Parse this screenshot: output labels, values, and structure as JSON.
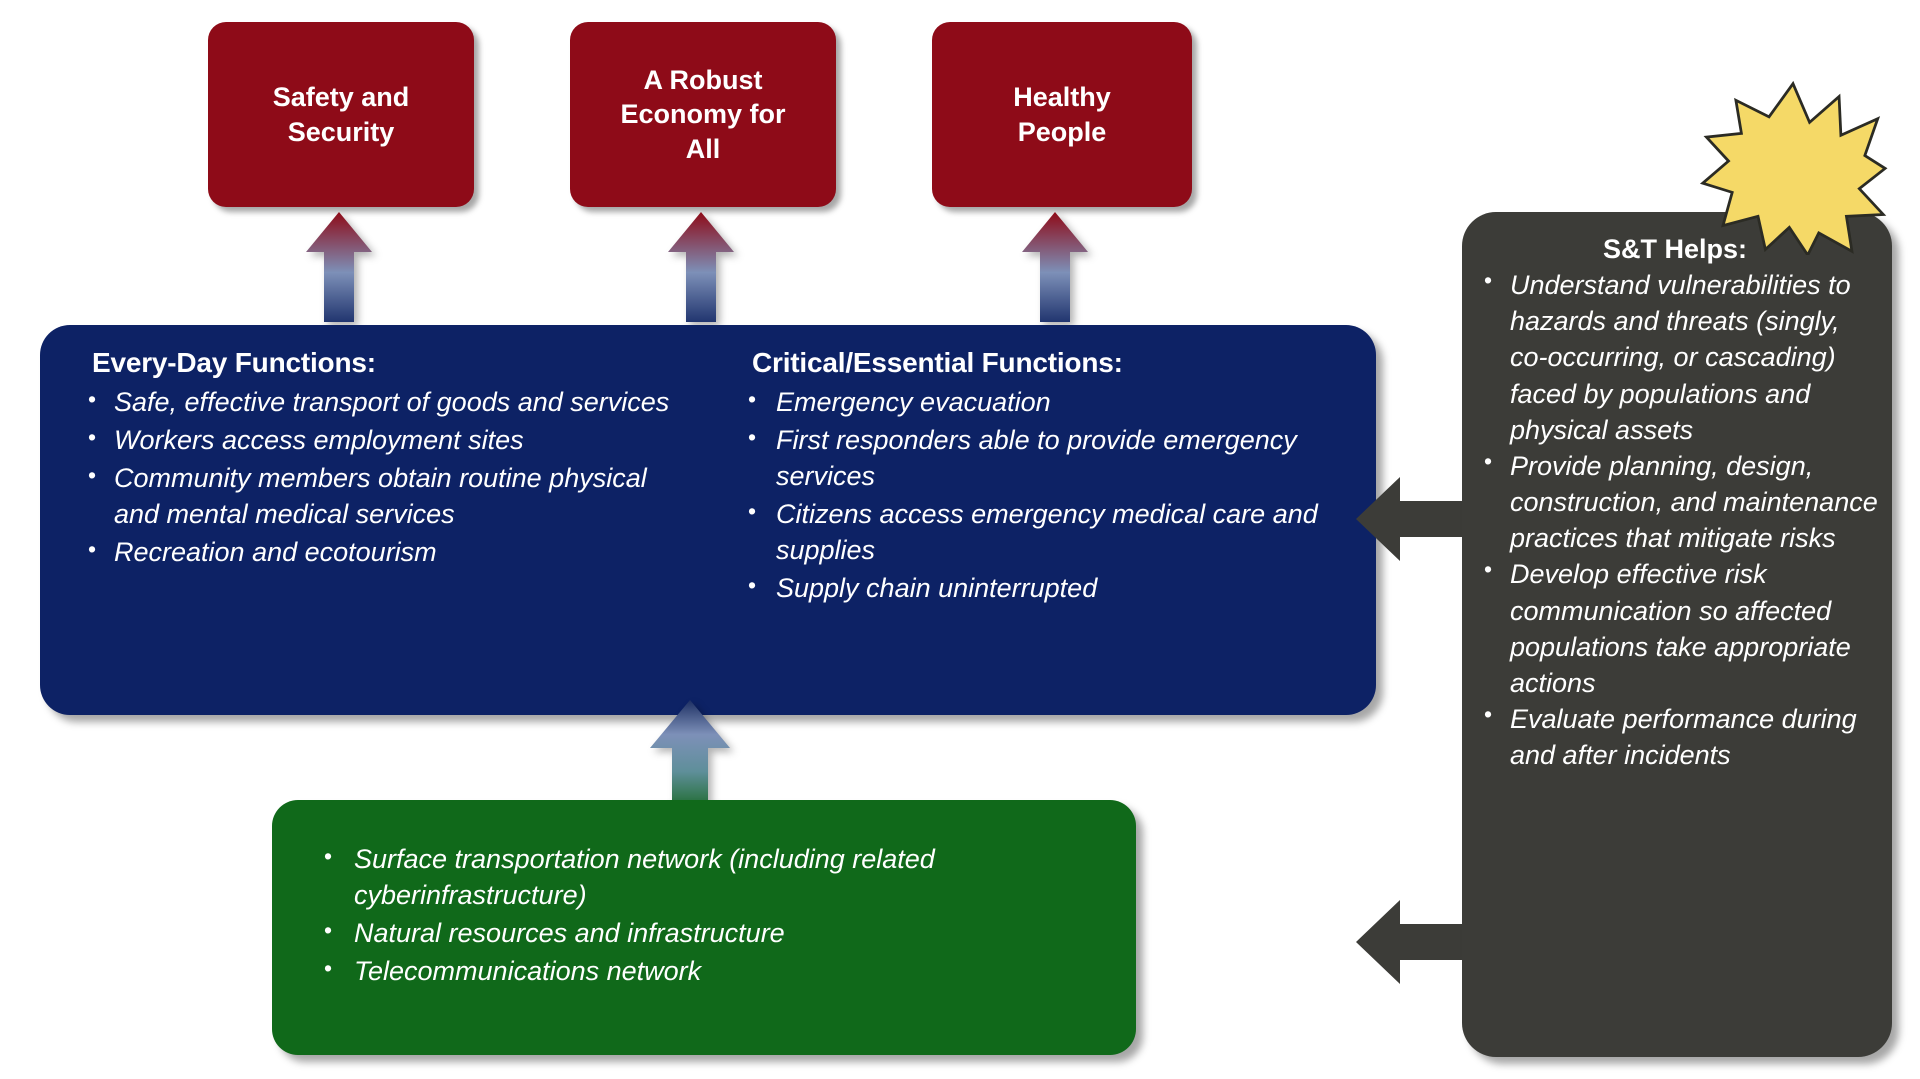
{
  "diagram": {
    "title": "Transportation resilience outcomes, functions, infrastructure and S&T support",
    "colors": {
      "outcome_red": "#8e0b18",
      "functions_blue": "#0d2265",
      "infrastructure_green": "#10691a",
      "st_gray": "#3c3c38",
      "starburst_yellow": "#f5d967",
      "arrow_gray": "#3c3c38"
    }
  },
  "outcomes": [
    {
      "label": "Safety and\nSecurity"
    },
    {
      "label": "A Robust\nEconomy for\nAll"
    },
    {
      "label": "Healthy\nPeople"
    }
  ],
  "functions": {
    "everyday": {
      "heading": "Every-Day Functions:",
      "items": [
        "Safe, effective transport of goods and services",
        "Workers access employment sites",
        "Community members obtain routine physical and mental medical services",
        "Recreation and ecotourism"
      ]
    },
    "critical": {
      "heading": "Critical/Essential Functions:",
      "items": [
        "Emergency evacuation",
        "First responders able to provide emergency services",
        "Citizens access emergency medical care and supplies",
        "Supply chain uninterrupted"
      ]
    }
  },
  "infrastructure": {
    "items": [
      "Surface transportation network (including related cyberinfrastructure)",
      "Natural resources and infrastructure",
      "Telecommunications network"
    ]
  },
  "st_helps": {
    "heading": "S&T Helps:",
    "items": [
      "Understand vulnerabilities to hazards and threats (singly, co-occurring, or cascading) faced by populations and physical assets",
      "Provide planning, design, construction, and maintenance practices that mitigate risks",
      "Develop effective risk communication so affected populations take appropriate actions",
      "Evaluate performance during and after incidents"
    ]
  },
  "connectors": {
    "up_arrow_name": "upward-arrow",
    "left_arrow_name": "leftward-arrow",
    "starburst_name": "starburst"
  }
}
